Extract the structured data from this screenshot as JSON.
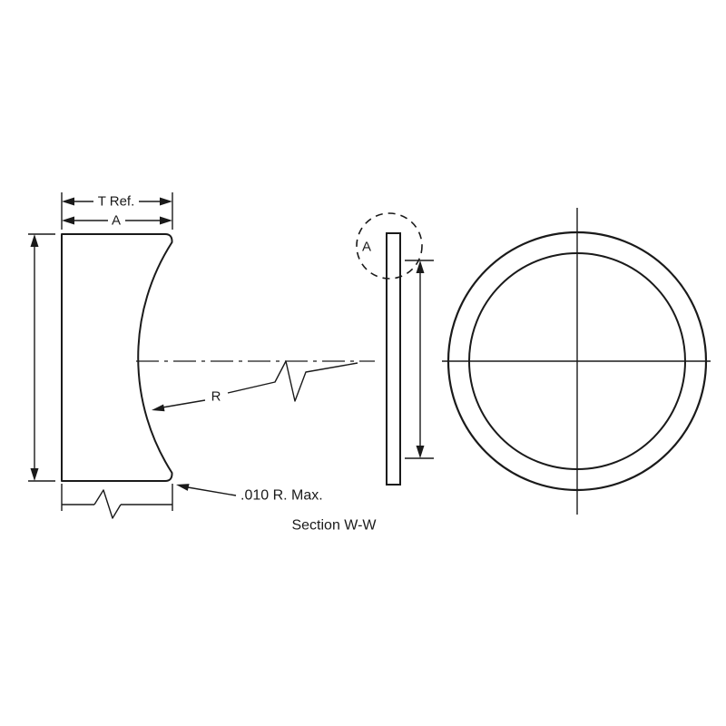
{
  "drawing": {
    "left_view": {
      "thickness_label": "T Ref.",
      "a_label": "A",
      "radius_label": "R",
      "corner_radius_label": ".010 R. Max.",
      "section_label": "Section W-W"
    },
    "edge_view": {
      "detail_label": "A"
    },
    "colors": {
      "line": "#1a1a1a",
      "background": "#ffffff"
    }
  }
}
